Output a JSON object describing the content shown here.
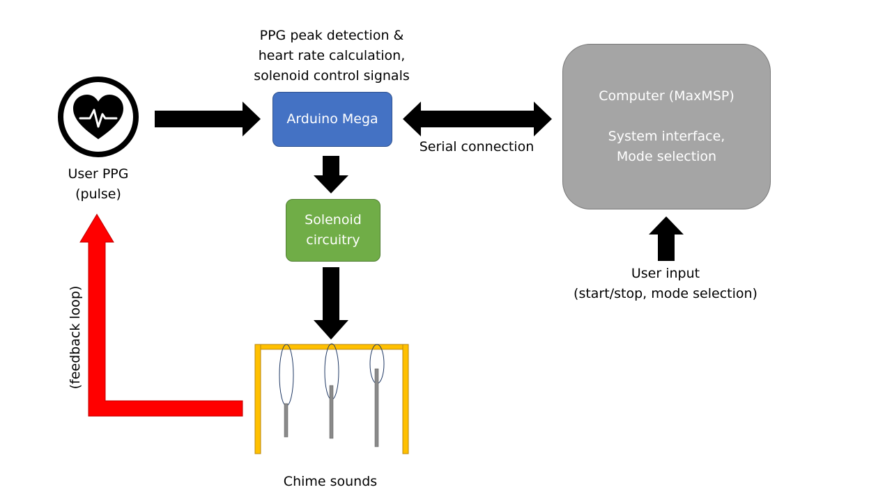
{
  "arduino": {
    "caption_line1": "PPG peak detection &",
    "caption_line2": "heart rate calculation,",
    "caption_line3": "solenoid control signals",
    "label": "Arduino Mega"
  },
  "user_ppg": {
    "line1": "User PPG",
    "line2": "(pulse)",
    "icon": "heart-pulse-icon"
  },
  "solenoid": {
    "line1": "Solenoid",
    "line2": "circuitry"
  },
  "serial": {
    "label": "Serial connection"
  },
  "computer": {
    "line1": "Computer (MaxMSP)",
    "line2": "System interface,",
    "line3": "Mode selection"
  },
  "user_input": {
    "line1": "User input",
    "line2": "(start/stop, mode selection)"
  },
  "chimes": {
    "label": "Chime sounds"
  },
  "feedback": {
    "label": "(feedback loop)"
  },
  "colors": {
    "arduino": "#4472c4",
    "solenoid": "#70ad47",
    "computer": "#a5a5a5",
    "feedback_arrow": "#ff0000",
    "chime_frame": "#ffc000",
    "arrows": "#000000"
  }
}
